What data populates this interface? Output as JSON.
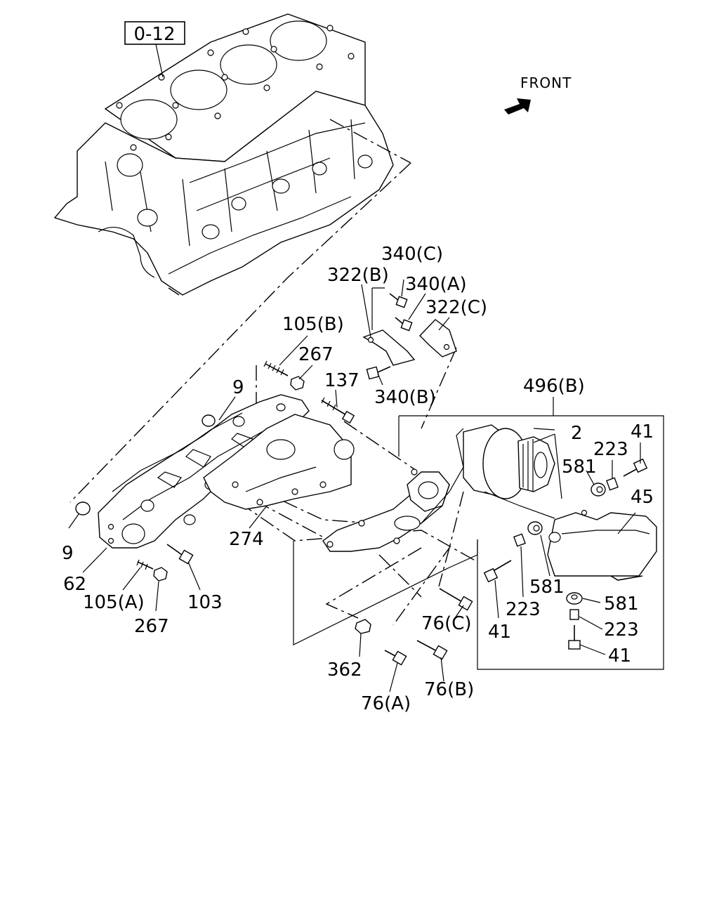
{
  "diagram": {
    "reference_box": "0-12",
    "direction_label": "FRONT",
    "colors": {
      "line": "#000000",
      "background": "#ffffff"
    },
    "icons": [
      "front-arrow-icon"
    ],
    "callouts": {
      "c340C": "340(C)",
      "c322B": "322(B)",
      "c340A": "340(A)",
      "c322C": "322(C)",
      "c105B": "105(B)",
      "c267top": "267",
      "c137": "137",
      "c9top": "9",
      "c340B": "340(B)",
      "c496B": "496(B)",
      "c2": "2",
      "c41a": "41",
      "c223a": "223",
      "c581a": "581",
      "c45": "45",
      "c274": "274",
      "c9left": "9",
      "c62": "62",
      "c105A": "105(A)",
      "c103": "103",
      "c267bot": "267",
      "c581b": "581",
      "c223b": "223",
      "c41b": "41",
      "c76C": "76(C)",
      "c581c": "581",
      "c223c": "223",
      "c41c": "41",
      "c362": "362",
      "c76B": "76(B)",
      "c76A": "76(A)"
    }
  }
}
